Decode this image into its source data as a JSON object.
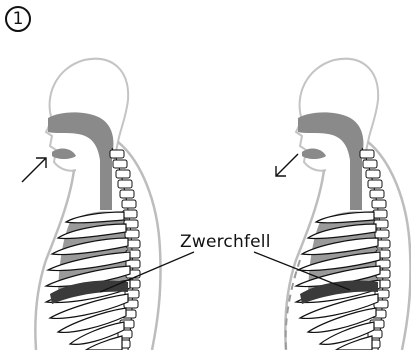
{
  "figure": {
    "step_number": "1",
    "label": "Zwerchfell"
  },
  "panels": [
    {
      "name": "inhale",
      "arrow_direction": "in"
    },
    {
      "name": "exhale",
      "arrow_direction": "out"
    }
  ],
  "colors": {
    "outline": "#111111",
    "body_outline": "#bdbdbd",
    "airway_fill": "#8a8a8a",
    "lung_fill": "#9a9a9a",
    "diaphragm_fill": "#3a3a3a",
    "background": "#ffffff"
  }
}
